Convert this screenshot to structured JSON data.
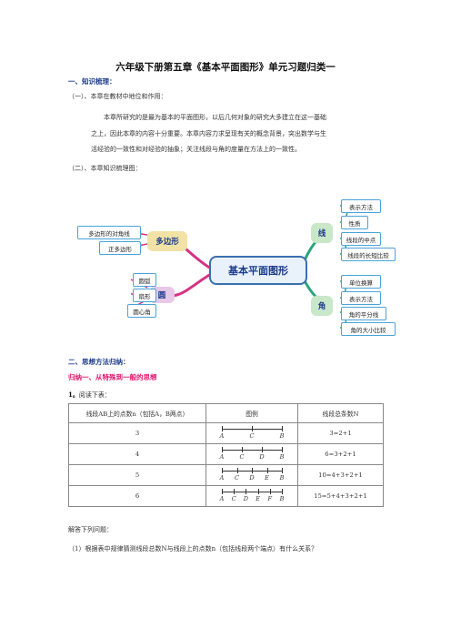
{
  "doc": {
    "title": "六年级下册第五章《基本平面图形》单元习题归类一",
    "section1": "一、知识梳理：",
    "sub1": "（一）、本章在教材中地位和作用：",
    "para_line1": "本章所研究的是最为基本的平面图形，以后几何对象的研究大多建立在这一基础",
    "para_line2": "之上，因此本章的内容十分重要。本章内容力求呈现有关的概念背景，突出数学与生",
    "para_line3": "活经验的一致性和对经验的抽象；关注线段与角的度量在方法上的一致性。",
    "sub2": "（二）、本章知识梳理图：",
    "section2": "二、思想方法归纳：",
    "induction": "归纳一、从特殊到一般的思想",
    "q_num": "1。",
    "q_text": "阅读下表：",
    "answer_intro": "解答下列问题：",
    "q1": "（1）根据表中规律猜测线段总数N与线段上的点数n（包括线段两个端点）有什么关系？"
  },
  "mindmap": {
    "center": "基本平面图形",
    "polygon": {
      "label": "多边形",
      "items": [
        "多边形的对角线",
        "正多边形"
      ]
    },
    "circle": {
      "label": "圆",
      "items": [
        "圆弧",
        "扇形",
        "圆心角"
      ]
    },
    "line": {
      "label": "线",
      "items": [
        "表示方法",
        "性质",
        "线段的中点",
        "线段的长短比较"
      ]
    },
    "angle": {
      "label": "角",
      "items": [
        "单位换算",
        "表示方法",
        "角的平分线",
        "角的大小比较"
      ]
    },
    "colors": {
      "polygon": "#f3e2a6",
      "circle": "#e8c8e8",
      "line": "#c9e7c9",
      "angle": "#c9e7c9",
      "connector_left": "#d63384",
      "connector_right": "#2aa57a"
    }
  },
  "table": {
    "headers": [
      "线段AB上的点数n（包括A，B两点）",
      "图例",
      "线段总条数N"
    ],
    "rows": [
      {
        "n": "3",
        "labels": [
          "A",
          "C",
          "B"
        ],
        "N": "3=2+1"
      },
      {
        "n": "4",
        "labels": [
          "A",
          "C",
          "D",
          "B"
        ],
        "N": "6=3+2+1"
      },
      {
        "n": "5",
        "labels": [
          "A",
          "C",
          "D",
          "E",
          "B"
        ],
        "N": "10=4+3+2+1"
      },
      {
        "n": "6",
        "labels": [
          "A",
          "C",
          "D",
          "E",
          "F",
          "B"
        ],
        "N": "15=5+4+3+2+1"
      }
    ]
  }
}
